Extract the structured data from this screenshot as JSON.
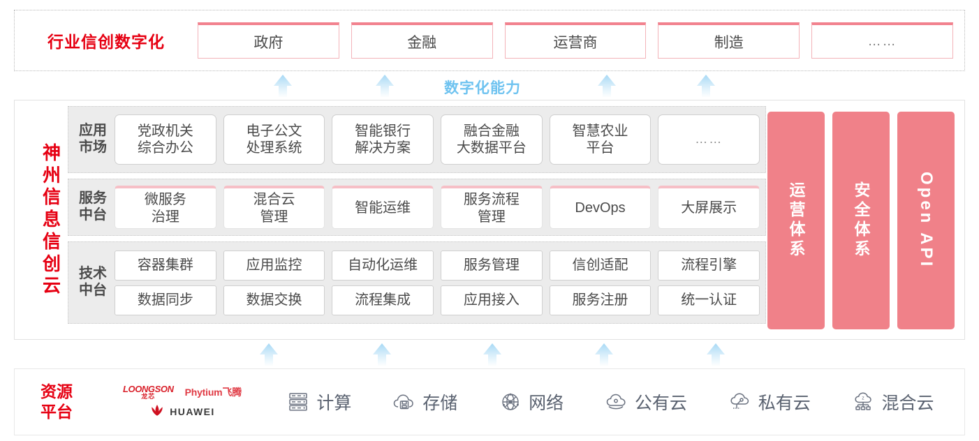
{
  "industry": {
    "title": "行业信创数字化",
    "boxes": [
      {
        "label": "政府"
      },
      {
        "label": "金融"
      },
      {
        "label": "运营商"
      },
      {
        "label": "制造"
      },
      {
        "label": "……"
      }
    ]
  },
  "capability": {
    "label": "数字化能力"
  },
  "cloud": {
    "title_chars": [
      "神",
      "州",
      "信",
      "息",
      "信",
      "创",
      "云"
    ],
    "layers": [
      {
        "id": "app-market",
        "label_lines": [
          "应用",
          "市场"
        ],
        "cells": [
          {
            "lines": [
              "党政机关",
              "综合办公"
            ]
          },
          {
            "lines": [
              "电子公文",
              "处理系统"
            ]
          },
          {
            "lines": [
              "智能银行",
              "解决方案"
            ]
          },
          {
            "lines": [
              "融合金融",
              "大数据平台"
            ]
          },
          {
            "lines": [
              "智慧农业",
              "平台"
            ]
          },
          {
            "lines": [
              "……"
            ],
            "dots": true
          }
        ]
      },
      {
        "id": "service-platform",
        "label_lines": [
          "服务",
          "中台"
        ],
        "cells": [
          {
            "lines": [
              "微服务",
              "治理"
            ]
          },
          {
            "lines": [
              "混合云",
              "管理"
            ]
          },
          {
            "lines": [
              "智能运维"
            ]
          },
          {
            "lines": [
              "服务流程",
              "管理"
            ]
          },
          {
            "lines": [
              "DevOps"
            ]
          },
          {
            "lines": [
              "大屏展示"
            ]
          }
        ]
      },
      {
        "id": "tech-platform",
        "label_lines": [
          "技术",
          "中台"
        ],
        "rows": [
          [
            "容器集群",
            "应用监控",
            "自动化运维",
            "服务管理",
            "信创适配",
            "流程引擎"
          ],
          [
            "数据同步",
            "数据交换",
            "流程集成",
            "应用接入",
            "服务注册",
            "统一认证"
          ]
        ]
      }
    ],
    "pillars": [
      {
        "label": "运营体系",
        "latin": false
      },
      {
        "label": "安全体系",
        "latin": false
      },
      {
        "label": "Open API",
        "latin": true
      }
    ]
  },
  "resource": {
    "title_lines": [
      "资源",
      "平台"
    ],
    "vendors": [
      {
        "name": "LOONGSON",
        "sub": "龙芯"
      },
      {
        "name": "Phytium飞腾"
      },
      {
        "name": "HUAWEI"
      }
    ],
    "items": [
      {
        "label": "计算",
        "icon": "server-rack-icon"
      },
      {
        "label": "存储",
        "icon": "cloud-storage-icon"
      },
      {
        "label": "网络",
        "icon": "network-globe-icon"
      },
      {
        "label": "公有云",
        "icon": "public-cloud-icon"
      },
      {
        "label": "私有云",
        "icon": "private-cloud-icon"
      },
      {
        "label": "混合云",
        "icon": "hybrid-cloud-icon"
      }
    ]
  },
  "colors": {
    "brand_red": "#e60012",
    "pillar_pink": "#f08189",
    "box_pink": "#f2828e",
    "arrow_blue": "#bfe3f7",
    "capability_blue": "#6fc3f0",
    "panel_gray": "#ececec"
  },
  "arrows": {
    "top_positions": [
      388,
      534,
      852,
      994
    ],
    "bottom_positions": [
      368,
      530,
      688,
      848,
      1008
    ]
  }
}
